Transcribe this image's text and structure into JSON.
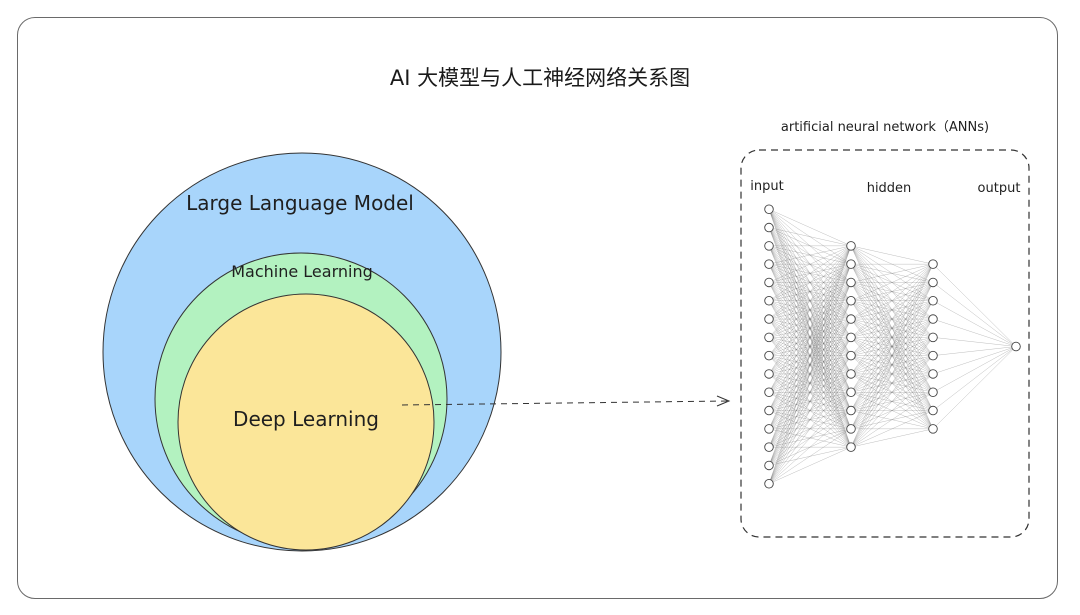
{
  "title": "AI 大模型与人工神经网络关系图",
  "venn": {
    "outer_label": "Large Language Model",
    "middle_label": "Machine Learning",
    "inner_label": "Deep Learning",
    "colors": {
      "outer": "#a8d5fb",
      "middle": "#b3f2c0",
      "inner": "#fbe699",
      "stroke": "#333333"
    }
  },
  "ann": {
    "caption": "artificial neural network（ANNs)",
    "input_label": "input",
    "hidden_label": "hidden",
    "output_label": "output",
    "layers": [
      16,
      12,
      10,
      1
    ]
  }
}
